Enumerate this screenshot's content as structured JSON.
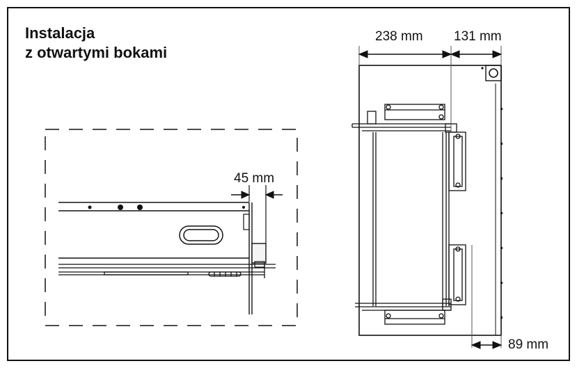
{
  "title": {
    "line1": "Instalacja",
    "line2": "z otwartymi bokami"
  },
  "dimensions": {
    "gap": "45 mm",
    "cabinet_depth": "238 mm",
    "extension": "131 mm",
    "bottom_offset": "89 mm"
  },
  "colors": {
    "stroke": "#111111",
    "background": "#ffffff",
    "fill_light": "#f4f4f4"
  }
}
